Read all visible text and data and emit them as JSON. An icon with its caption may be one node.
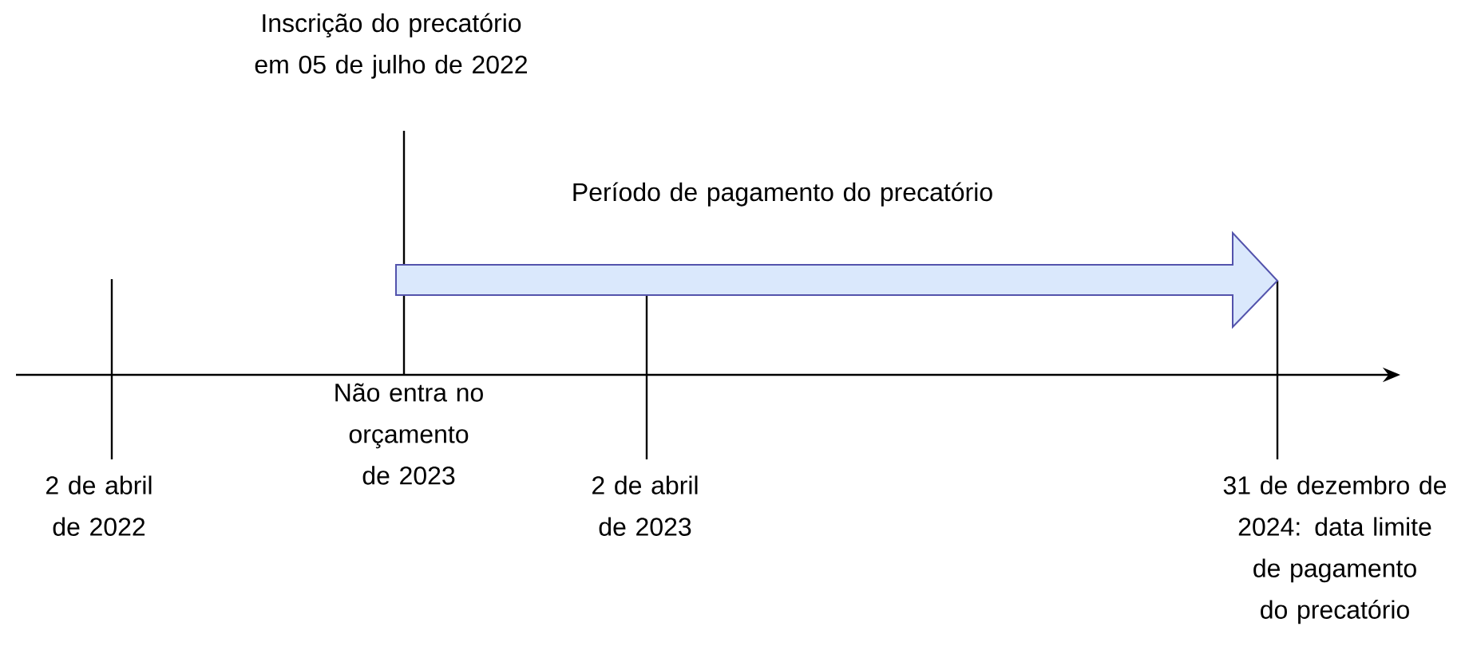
{
  "diagram": {
    "labels": [
      "Inscrição do precatório em 05 de julho de 2022",
      "Período de pagamento do precatório",
      "Não entra no orçamento de 2023",
      "2 de abril de 2022",
      "2 de abril de 2023",
      "31 de dezembro de 2024: data limite de pagamento do precatório"
    ]
  }
}
